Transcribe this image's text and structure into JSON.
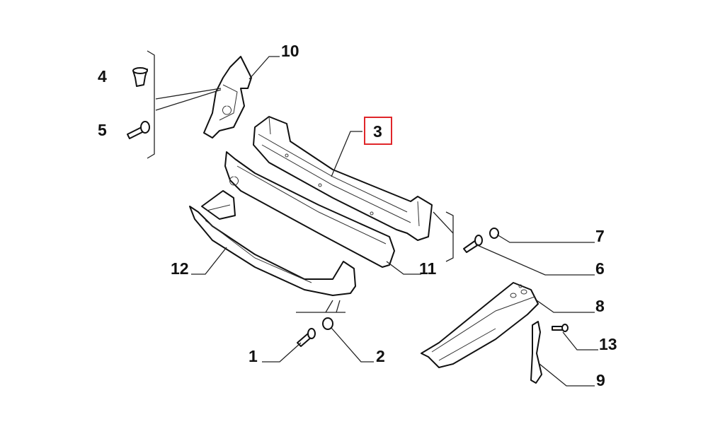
{
  "diagram": {
    "highlight_color": "#e0262a",
    "highlighted_part": "3",
    "callouts": {
      "p1": "1",
      "p2": "2",
      "p3": "3",
      "p4": "4",
      "p5": "5",
      "p6": "6",
      "p7": "7",
      "p8": "8",
      "p9": "9",
      "p10": "10",
      "p11": "11",
      "p12": "12",
      "p13": "13"
    }
  }
}
